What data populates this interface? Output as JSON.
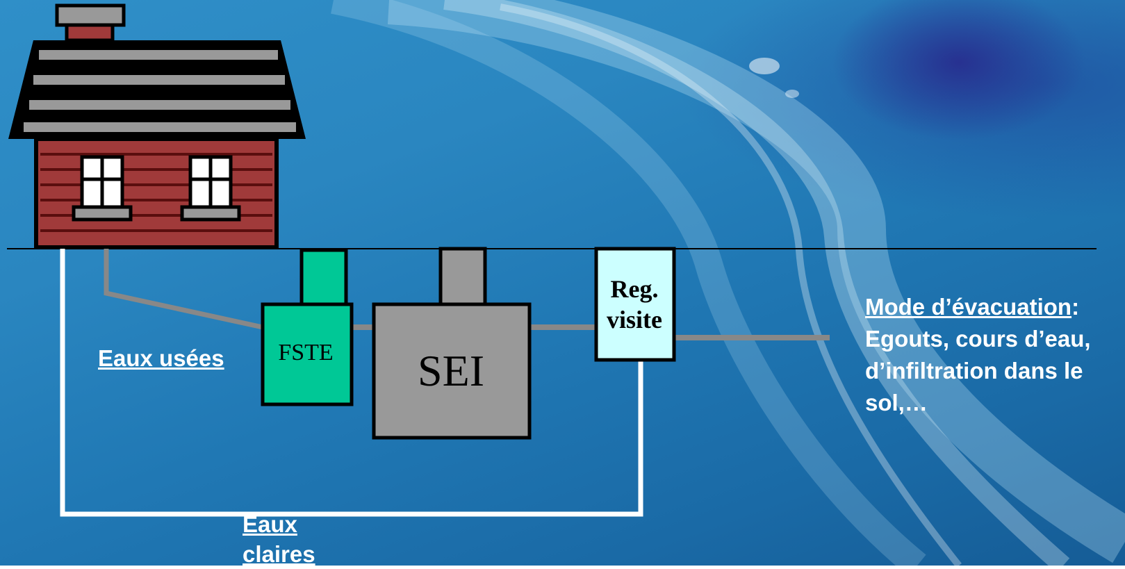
{
  "labels": {
    "eaux_usees": "Eaux usées",
    "eaux_claires_line1": "Eaux",
    "eaux_claires_line2": "claires",
    "evacuation_title": "Mode d’évacuation",
    "evacuation_colon": ":",
    "evacuation_line1": "Egouts, cours d’eau,",
    "evacuation_line2": "d’infiltration dans le",
    "evacuation_line3": "sol,…"
  },
  "boxes": {
    "fste": "FSTE",
    "sei": "SEI",
    "reg_line1": "Reg.",
    "reg_line2": "visite"
  },
  "colors": {
    "fste_fill": "#00c896",
    "sei_fill": "#999999",
    "reg_fill": "#ccffff",
    "pipe_grey": "#888888",
    "pipe_white": "#ffffff",
    "house_wall": "#a03a3a",
    "roof": "#000000"
  },
  "icons": {
    "house": "house-icon"
  }
}
